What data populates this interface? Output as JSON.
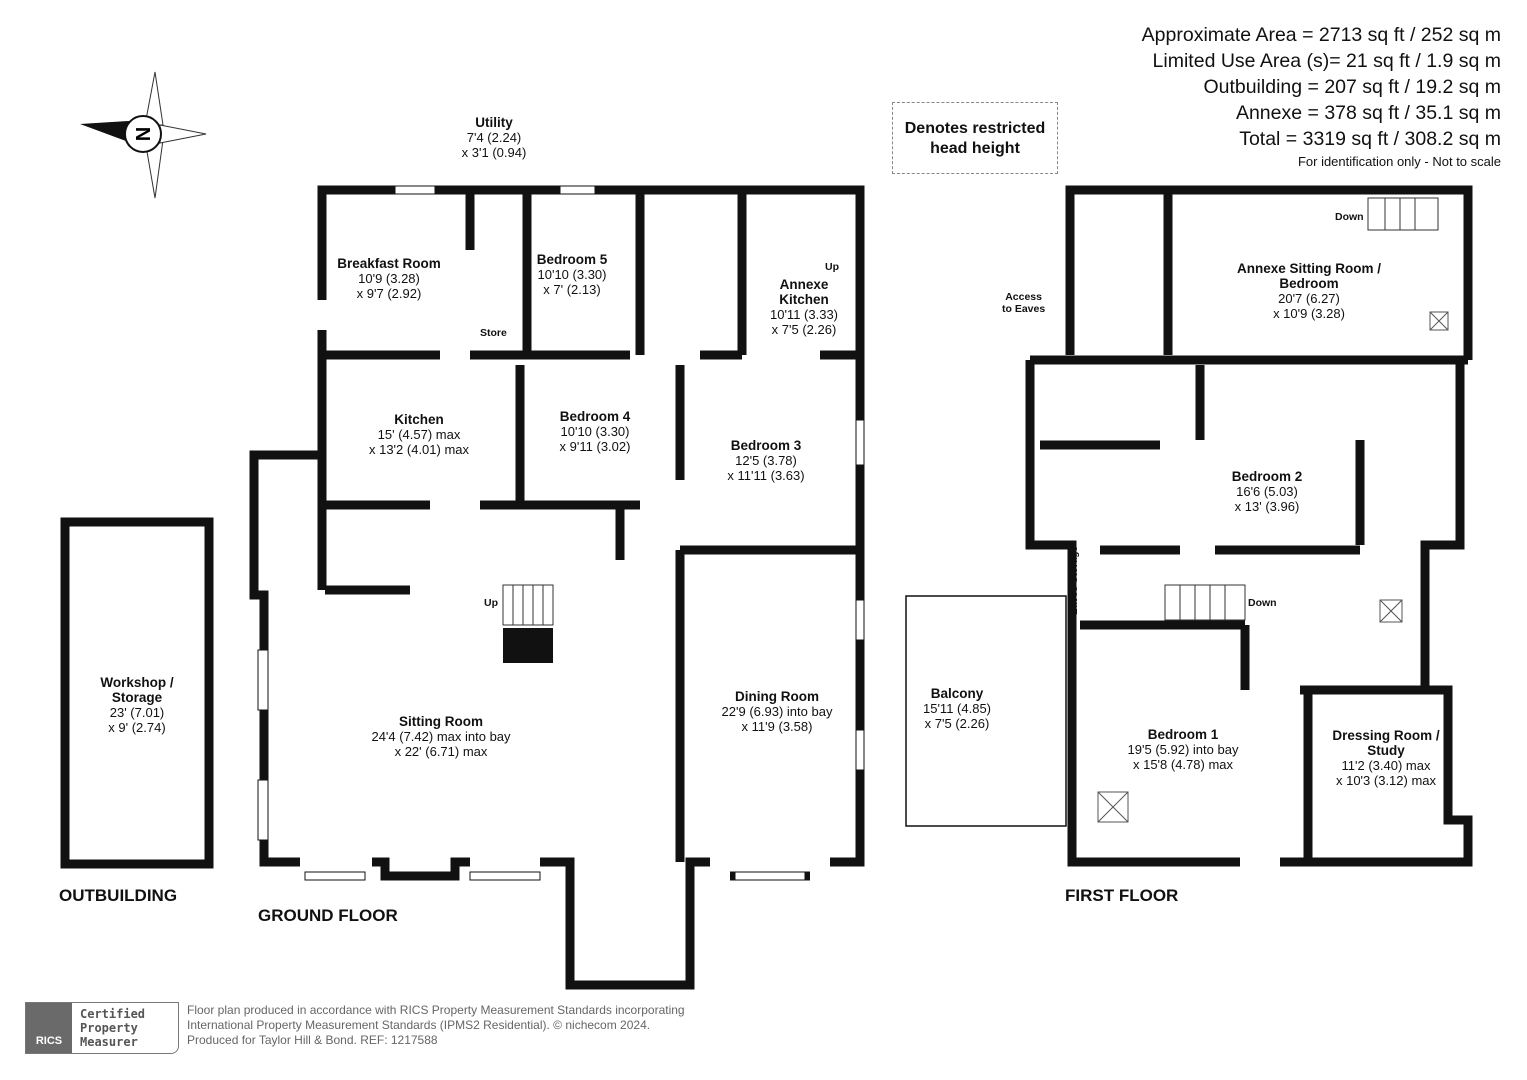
{
  "areas": {
    "lines": [
      "Approximate Area = 2713 sq ft / 252 sq m",
      "Limited Use Area (s)= 21 sq ft / 1.9 sq m",
      "Outbuilding = 207 sq ft / 19.2 sq m",
      "Annexe = 378 sq ft / 35.1 sq m",
      "Total = 3319 sq ft / 308.2 sq m"
    ],
    "note": "For identification only - Not to scale"
  },
  "legend": {
    "line1": "Denotes restricted",
    "line2": "head height"
  },
  "compass": {
    "letter": "N"
  },
  "floors": {
    "ground": "GROUND FLOOR",
    "first": "FIRST FLOOR",
    "outbuilding": "OUTBUILDING"
  },
  "rooms": [
    {
      "name": "Utility",
      "dim1": "7'4 (2.24)",
      "dim2": "x 3'1 (0.94)"
    },
    {
      "name": "Breakfast Room",
      "dim1": "10'9 (3.28)",
      "dim2": "x 9'7 (2.92)"
    },
    {
      "name": "Bedroom 5",
      "dim1": "10'10 (3.30)",
      "dim2": "x 7' (2.13)"
    },
    {
      "name": "Annexe",
      "name2": "Kitchen",
      "dim1": "10'11 (3.33)",
      "dim2": "x 7'5 (2.26)"
    },
    {
      "name": "Kitchen",
      "dim1": "15' (4.57) max",
      "dim2": "x 13'2 (4.01) max"
    },
    {
      "name": "Bedroom 4",
      "dim1": "10'10 (3.30)",
      "dim2": "x 9'11 (3.02)"
    },
    {
      "name": "Bedroom 3",
      "dim1": "12'5 (3.78)",
      "dim2": "x 11'11 (3.63)"
    },
    {
      "name": "Sitting Room",
      "dim1": "24'4 (7.42) max into bay",
      "dim2": "x 22' (6.71) max"
    },
    {
      "name": "Dining Room",
      "dim1": "22'9 (6.93) into bay",
      "dim2": "x 11'9 (3.58)"
    },
    {
      "name": "Workshop /",
      "name2": "Storage",
      "dim1": "23' (7.01)",
      "dim2": "x 9' (2.74)"
    },
    {
      "name": "Annexe Sitting Room /",
      "name2": "Bedroom",
      "dim1": "20'7 (6.27)",
      "dim2": "x 10'9 (3.28)"
    },
    {
      "name": "Bedroom 2",
      "dim1": "16'6 (5.03)",
      "dim2": "x 13' (3.96)"
    },
    {
      "name": "Balcony",
      "dim1": "15'11 (4.85)",
      "dim2": "x 7'5 (2.26)"
    },
    {
      "name": "Bedroom 1",
      "dim1": "19'5 (5.92) into bay",
      "dim2": "x 15'8 (4.78) max"
    },
    {
      "name": "Dressing Room /",
      "name2": "Study",
      "dim1": "11'2 (3.40) max",
      "dim2": "x 10'3 (3.12) max"
    }
  ],
  "labels": {
    "store": "Store",
    "up": "Up",
    "down": "Down",
    "access1": "Access",
    "access2": "to Eaves",
    "eaves_storage": "Eaves Storage"
  },
  "footer": {
    "line1": "Floor plan produced in accordance with RICS Property Measurement Standards incorporating",
    "line2": "International Property Measurement Standards (IPMS2 Residential).   © nichecom 2024.",
    "line3": "Produced for Taylor Hill & Bond.   REF: 1217588"
  },
  "rics": {
    "brand": "RICS",
    "line1": "Certified",
    "line2": "Property",
    "line3": "Measurer"
  }
}
